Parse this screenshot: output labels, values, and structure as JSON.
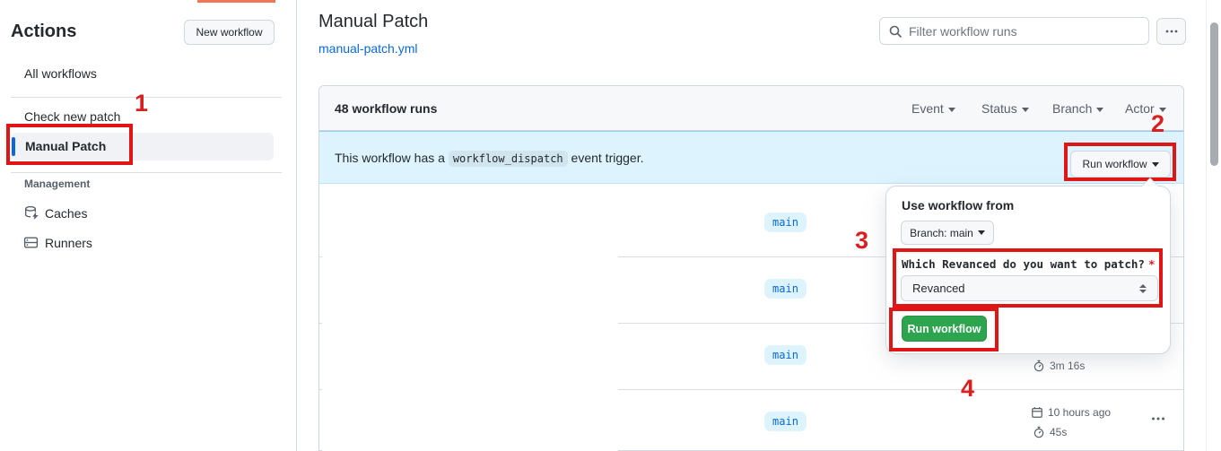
{
  "annotations": {
    "step1": "1",
    "step2": "2",
    "step3": "3",
    "step4": "4"
  },
  "sidebar": {
    "title": "Actions",
    "new_workflow_button": "New workflow",
    "items": [
      {
        "label": "All workflows"
      },
      {
        "label": "Check new patch"
      },
      {
        "label": "Manual Patch",
        "selected": true
      }
    ],
    "management_label": "Management",
    "management_items": [
      {
        "label": "Caches",
        "icon": "cache-icon"
      },
      {
        "label": "Runners",
        "icon": "runners-icon"
      }
    ]
  },
  "header": {
    "title": "Manual Patch",
    "workflow_file": "manual-patch.yml",
    "filter_placeholder": "Filter workflow runs"
  },
  "runs_panel": {
    "count_label": "48 workflow runs",
    "filters": [
      {
        "label": "Event"
      },
      {
        "label": "Status"
      },
      {
        "label": "Branch"
      },
      {
        "label": "Actor"
      }
    ],
    "banner": {
      "text_before": "This workflow has a",
      "code": "workflow_dispatch",
      "text_after": "event trigger.",
      "run_workflow_button": "Run workflow"
    },
    "rows": [
      {
        "branch": "main"
      },
      {
        "branch": "main"
      },
      {
        "branch": "main",
        "duration": "3m 16s"
      },
      {
        "branch": "main",
        "date": "10 hours ago",
        "duration": "45s"
      }
    ]
  },
  "popup": {
    "title": "Use workflow from",
    "branch_button": "Branch: main",
    "input_label": "Which Revanced do you want to patch?",
    "required_mark": "*",
    "select_value": "Revanced",
    "run_button": "Run workflow"
  },
  "icons": {
    "search-icon": "magnifier",
    "kebab-icon": "horizontal-dots",
    "cache-icon": "database-cylinder",
    "runners-icon": "server-rack",
    "stopwatch-icon": "stopwatch",
    "calendar-icon": "calendar",
    "caret-down-icon": "▾",
    "updown-icon": "⇕"
  },
  "colors": {
    "accent_blue": "#0969da",
    "banner_blue": "#ddf4ff",
    "success_green": "#2da44e",
    "annotation_red": "#e01616",
    "border_gray": "#d0d7de",
    "text_secondary": "#57606a"
  }
}
